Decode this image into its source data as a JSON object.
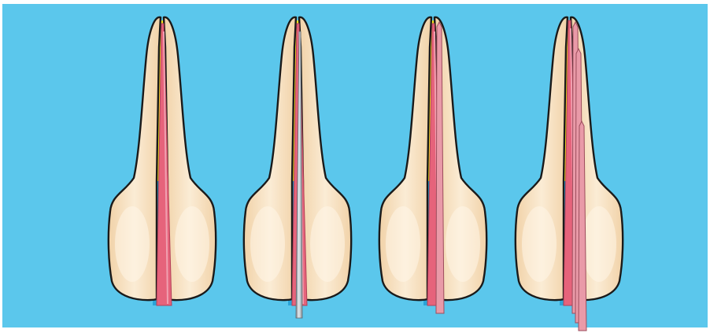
{
  "colors": {
    "background": "#5bc7ec",
    "page": "#ffffff",
    "tooth_fill": "#f6dfbd",
    "tooth_highlight": "#fff6e8",
    "tooth_outline": "#1a1a1a",
    "canal_coronal": "#f4e31f",
    "canal_apical": "#2aa3d8",
    "gutta_percha": "#e6637b",
    "gutta_percha_light": "#f0a0b0",
    "accessory_cone": "#e99aa8",
    "spreader_metal": "#a6aeb6",
    "spreader_metal_light": "#dde3e8"
  },
  "panels": [
    {
      "id": "step-1",
      "canal_filled": "partial",
      "spreader": false,
      "accessory_cones": 0
    },
    {
      "id": "step-2",
      "canal_filled": "partial",
      "spreader": true,
      "accessory_cones": 0
    },
    {
      "id": "step-3",
      "canal_filled": "partial",
      "spreader": false,
      "accessory_cones": 1
    },
    {
      "id": "step-4",
      "canal_filled": "full",
      "spreader": false,
      "accessory_cones": 3
    }
  ]
}
